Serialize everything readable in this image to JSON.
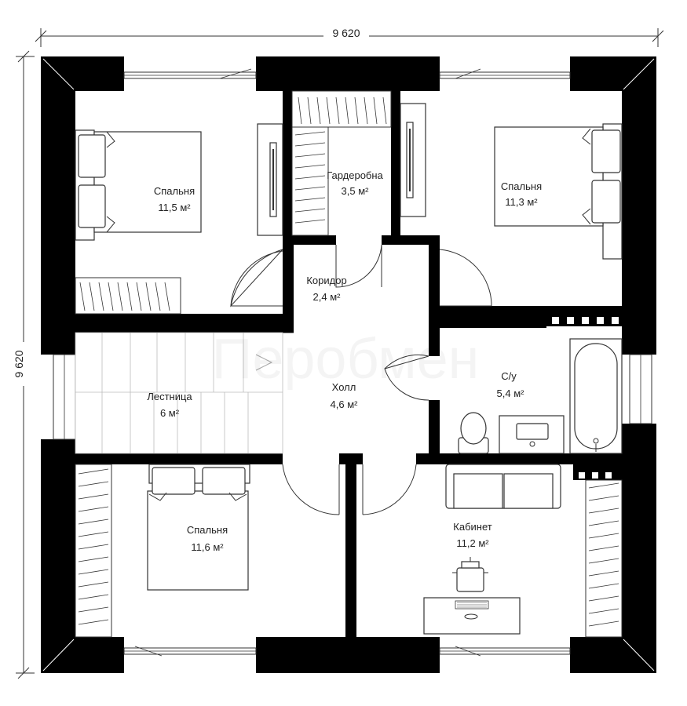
{
  "plan": {
    "dimension_top": "9 620",
    "dimension_left": "9 620",
    "watermark": "Перобмен",
    "rooms": [
      {
        "name": "Спальня",
        "area": "11,5 м²"
      },
      {
        "name": "Гардеробна",
        "area": "3,5 м²"
      },
      {
        "name": "Спальня",
        "area": "11,3 м²"
      },
      {
        "name": "Коридор",
        "area": "2,4 м²"
      },
      {
        "name": "Лестница",
        "area": "6 м²"
      },
      {
        "name": "Холл",
        "area": "4,6 м²"
      },
      {
        "name": "С/у",
        "area": "5,4 м²"
      },
      {
        "name": "Спальня",
        "area": "11,6 м²"
      },
      {
        "name": "Кабинет",
        "area": "11,2 м²"
      }
    ]
  }
}
